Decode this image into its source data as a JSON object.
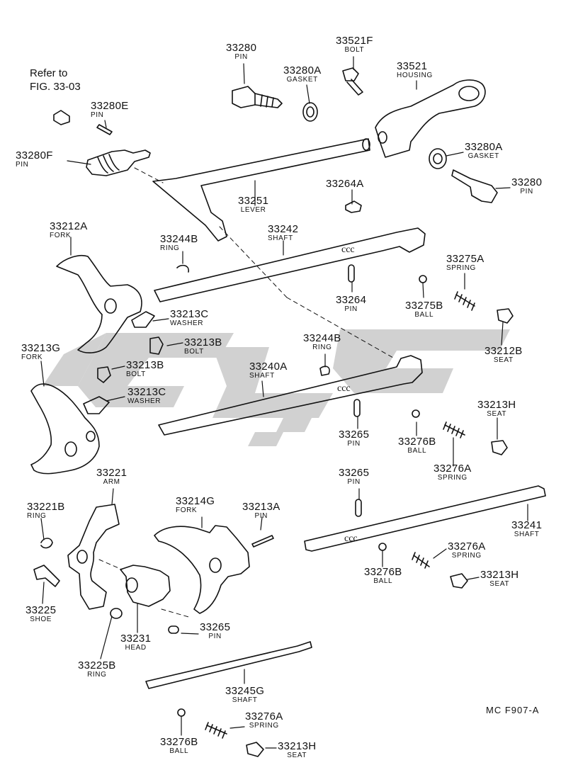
{
  "reference_note": {
    "line1": "Refer to",
    "line2": "FIG. 33-03"
  },
  "figure_code": "MC  F907-A",
  "watermark_text": "ꞔ",
  "colors": {
    "ink": "#111111",
    "watermark": "#c8c8c8"
  },
  "parts": [
    {
      "id": "33280_top",
      "number": "33280",
      "name": "PIN"
    },
    {
      "id": "33521f",
      "number": "33521F",
      "name": "BOLT"
    },
    {
      "id": "33280a_top",
      "number": "33280A",
      "name": "GASKET"
    },
    {
      "id": "33521",
      "number": "33521",
      "name": "HOUSING"
    },
    {
      "id": "33280e",
      "number": "33280E",
      "name": "PIN"
    },
    {
      "id": "33280f",
      "number": "33280F",
      "name": "PIN"
    },
    {
      "id": "33280a_right",
      "number": "33280A",
      "name": "GASKET"
    },
    {
      "id": "33280_right",
      "number": "33280",
      "name": "PIN"
    },
    {
      "id": "33264a",
      "number": "33264A",
      "name": ""
    },
    {
      "id": "33251",
      "number": "33251",
      "name": "LEVER"
    },
    {
      "id": "33212a",
      "number": "33212A",
      "name": "FORK"
    },
    {
      "id": "33244b_top",
      "number": "33244B",
      "name": "RING"
    },
    {
      "id": "33242",
      "number": "33242",
      "name": "SHAFT"
    },
    {
      "id": "33275a",
      "number": "33275A",
      "name": "SPRING"
    },
    {
      "id": "33264",
      "number": "33264",
      "name": "PIN"
    },
    {
      "id": "33275b",
      "number": "33275B",
      "name": "BALL"
    },
    {
      "id": "33213c_top",
      "number": "33213C",
      "name": "WASHER"
    },
    {
      "id": "33212b",
      "number": "33212B",
      "name": "SEAT"
    },
    {
      "id": "33213b_top",
      "number": "33213B",
      "name": "BOLT"
    },
    {
      "id": "33244b_mid",
      "number": "33244B",
      "name": "RING"
    },
    {
      "id": "33213g",
      "number": "33213G",
      "name": "FORK"
    },
    {
      "id": "33213b_left",
      "number": "33213B",
      "name": "BOLT"
    },
    {
      "id": "33240a",
      "number": "33240A",
      "name": "SHAFT"
    },
    {
      "id": "33213c_mid",
      "number": "33213C",
      "name": "WASHER"
    },
    {
      "id": "33213h_mid",
      "number": "33213H",
      "name": "SEAT"
    },
    {
      "id": "33265_mid",
      "number": "33265",
      "name": "PIN"
    },
    {
      "id": "33276b_mid",
      "number": "33276B",
      "name": "BALL"
    },
    {
      "id": "33276a_mid",
      "number": "33276A",
      "name": "SPRING"
    },
    {
      "id": "33221",
      "number": "33221",
      "name": "ARM"
    },
    {
      "id": "33265_right",
      "number": "33265",
      "name": "PIN"
    },
    {
      "id": "33214g",
      "number": "33214G",
      "name": "FORK"
    },
    {
      "id": "33213a",
      "number": "33213A",
      "name": "PIN"
    },
    {
      "id": "33221b",
      "number": "33221B",
      "name": "RING"
    },
    {
      "id": "33241",
      "number": "33241",
      "name": "SHAFT"
    },
    {
      "id": "33276a_right",
      "number": "33276A",
      "name": "SPRING"
    },
    {
      "id": "33276b_right",
      "number": "33276B",
      "name": "BALL"
    },
    {
      "id": "33213h_right",
      "number": "33213H",
      "name": "SEAT"
    },
    {
      "id": "33225",
      "number": "33225",
      "name": "SHOE"
    },
    {
      "id": "33231",
      "number": "33231",
      "name": "HEAD"
    },
    {
      "id": "33265_low",
      "number": "33265",
      "name": "PIN"
    },
    {
      "id": "33225b",
      "number": "33225B",
      "name": "RING"
    },
    {
      "id": "33245g",
      "number": "33245G",
      "name": "SHAFT"
    },
    {
      "id": "33276a_low",
      "number": "33276A",
      "name": "SPRING"
    },
    {
      "id": "33276b_low",
      "number": "33276B",
      "name": "BALL"
    },
    {
      "id": "33213h_low",
      "number": "33213H",
      "name": "SEAT"
    }
  ]
}
